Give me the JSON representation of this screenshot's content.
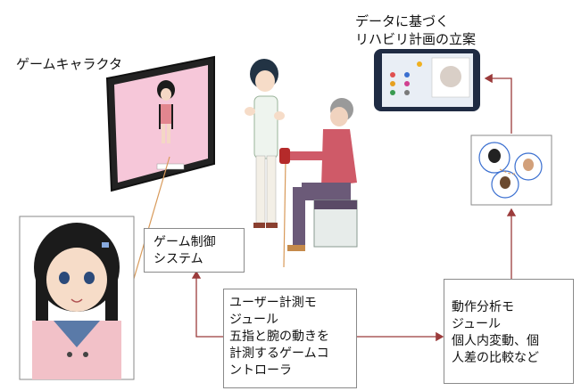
{
  "labels": {
    "game_character": "ゲームキャラクタ",
    "rehab_plan": "データに基づく\nリハビリ計画の立案"
  },
  "boxes": {
    "game_control": "ゲーム制御\nシステム",
    "user_measure": "ユーザー計測モ\nジュール\n五指と腕の動きを\n計測するゲームコ\nントローラ",
    "motion_analysis": "動作分析モ\nジュール\n個人内変動、個\n人差の比較など"
  },
  "colors": {
    "arrow": "#9b3b3b",
    "tv_screen": "#f7c6d8",
    "tablet": "#1f2b43",
    "leader": "#d89a5a"
  }
}
